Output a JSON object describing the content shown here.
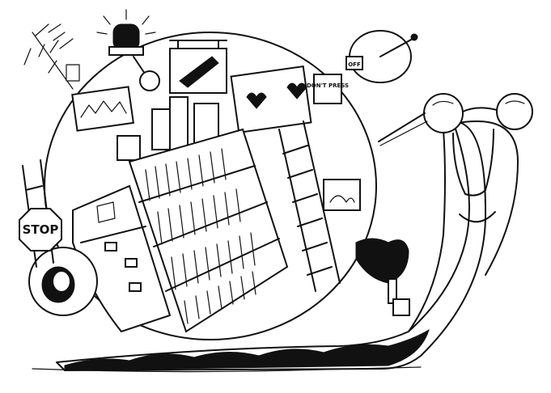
{
  "signs": {
    "stop": "STOP",
    "press": "DON'T PRESS",
    "tag": "OFF"
  },
  "colors": {
    "ink": "#111111",
    "paper": "#ffffff"
  }
}
